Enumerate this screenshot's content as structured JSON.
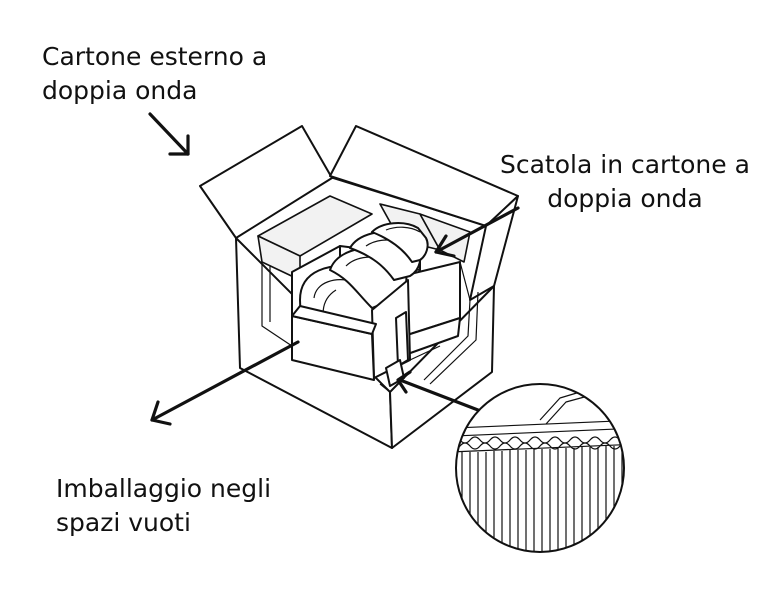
{
  "labels": {
    "outer_box_line1": "Cartone esterno a",
    "outer_box_line2": "doppia onda",
    "inner_box_line1": "Scatola in cartone a",
    "inner_box_line2": "doppia onda",
    "void_fill_line1": "Imballaggio negli",
    "void_fill_line2": "spazi vuoti"
  }
}
